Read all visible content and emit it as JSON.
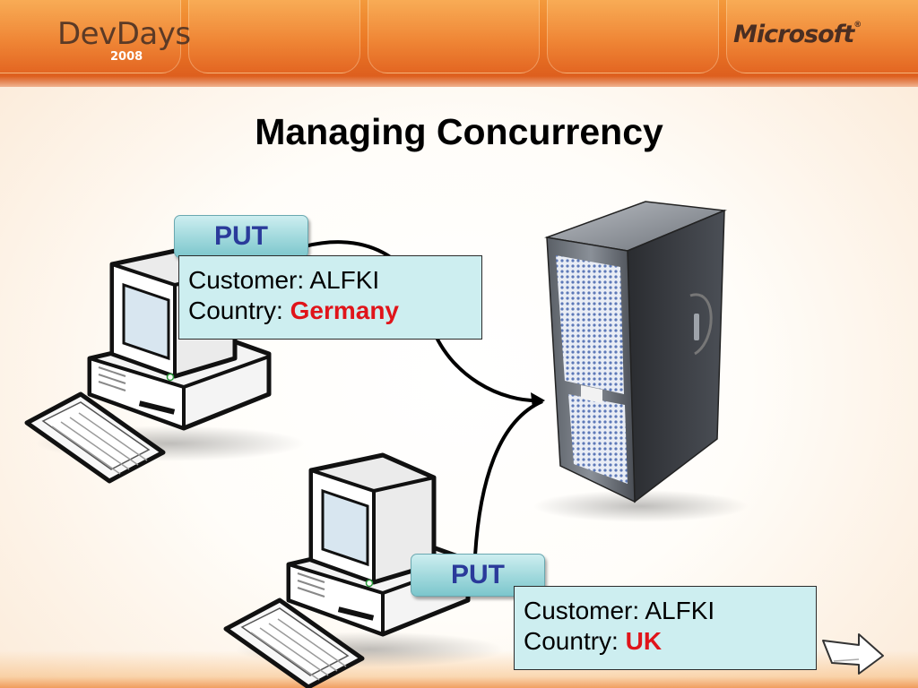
{
  "header": {
    "logo_devdays": "DevDays",
    "logo_year": "2008",
    "logo_microsoft": "Microsoft",
    "logo_registered": "®"
  },
  "slide": {
    "title": "Managing Concurrency"
  },
  "requests": [
    {
      "method": "PUT",
      "customer_line": "Customer: ALFKI",
      "country_label": "Country: ",
      "country_value": "Germany"
    },
    {
      "method": "PUT",
      "customer_line": "Customer: ALFKI",
      "country_label": "Country: ",
      "country_value": "UK"
    }
  ],
  "colors": {
    "header_orange": "#ec7a26",
    "callout_fill": "#cdeef0",
    "put_text": "#2a3a9a",
    "country_value": "#e0141a"
  },
  "icons": [
    "client-computer-icon",
    "server-tower-icon",
    "next-slide-arrow-icon"
  ]
}
